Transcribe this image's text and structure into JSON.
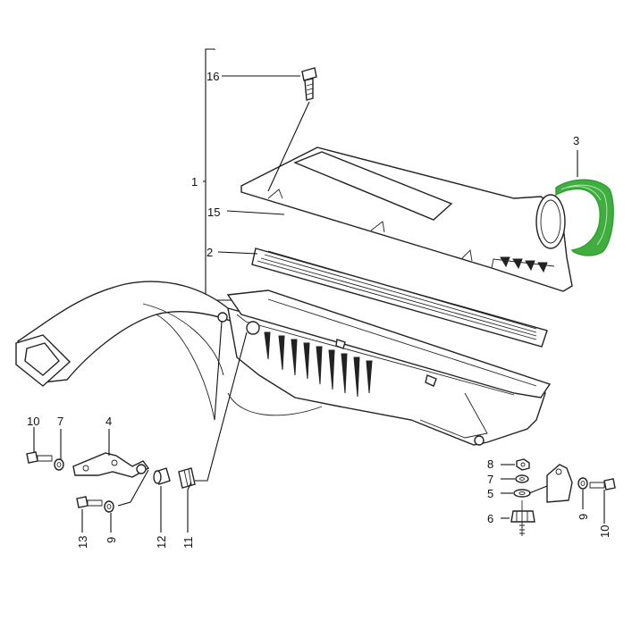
{
  "callouts": {
    "c1": "1",
    "c2": "2",
    "c3": "3",
    "c4": "4",
    "c5": "5",
    "c6": "6",
    "c7a": "7",
    "c7b": "7",
    "c8": "8",
    "c9a": "9",
    "c9b": "9",
    "c10a": "10",
    "c10b": "10",
    "c11": "11",
    "c12": "12",
    "c13": "13",
    "c15": "15",
    "c16": "16"
  },
  "colors": {
    "highlight": "#2e9e2e",
    "line": "#111111"
  }
}
